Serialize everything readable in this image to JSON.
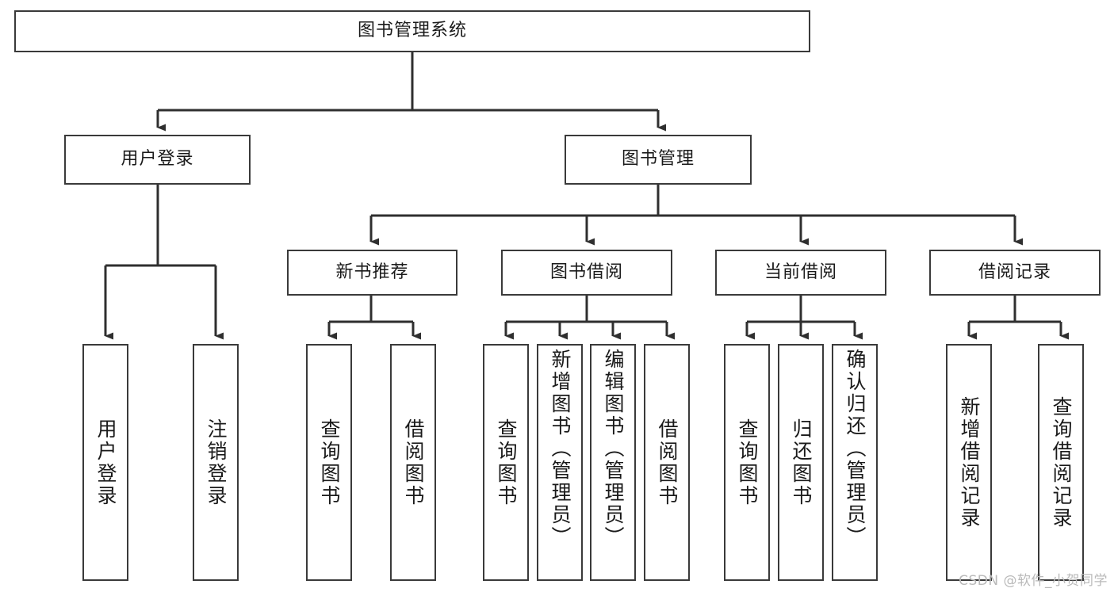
{
  "diagram": {
    "title": "图书管理系统",
    "type": "tree",
    "watermark": "CSDN @软件_小贺同学",
    "colors": {
      "box_border": "#3a3a3a",
      "box_fill": "#ffffff",
      "edge": "#2f2f2f",
      "text": "#1a1a1a",
      "watermark": "#b9b9b9",
      "background": "#ffffff"
    },
    "root": {
      "label": "图书管理系统"
    },
    "level2": [
      {
        "label": "用户登录"
      },
      {
        "label": "图书管理"
      }
    ],
    "level3": [
      {
        "label": "新书推荐"
      },
      {
        "label": "图书借阅"
      },
      {
        "label": "当前借阅"
      },
      {
        "label": "借阅记录"
      }
    ],
    "leaves": {
      "user_login": [
        {
          "label": "用户登录"
        },
        {
          "label": "注销登录"
        }
      ],
      "new_book_recommend": [
        {
          "label": "查询图书"
        },
        {
          "label": "借阅图书"
        }
      ],
      "book_borrow": [
        {
          "label": "查询图书"
        },
        {
          "label": "新增图书（管理员）"
        },
        {
          "label": "编辑图书（管理员）"
        },
        {
          "label": "借阅图书"
        }
      ],
      "current_borrow": [
        {
          "label": "查询图书"
        },
        {
          "label": "归还图书"
        },
        {
          "label": "确认归还（管理员）"
        }
      ],
      "borrow_record": [
        {
          "label": "新增借阅记录"
        },
        {
          "label": "查询借阅记录"
        }
      ]
    }
  }
}
